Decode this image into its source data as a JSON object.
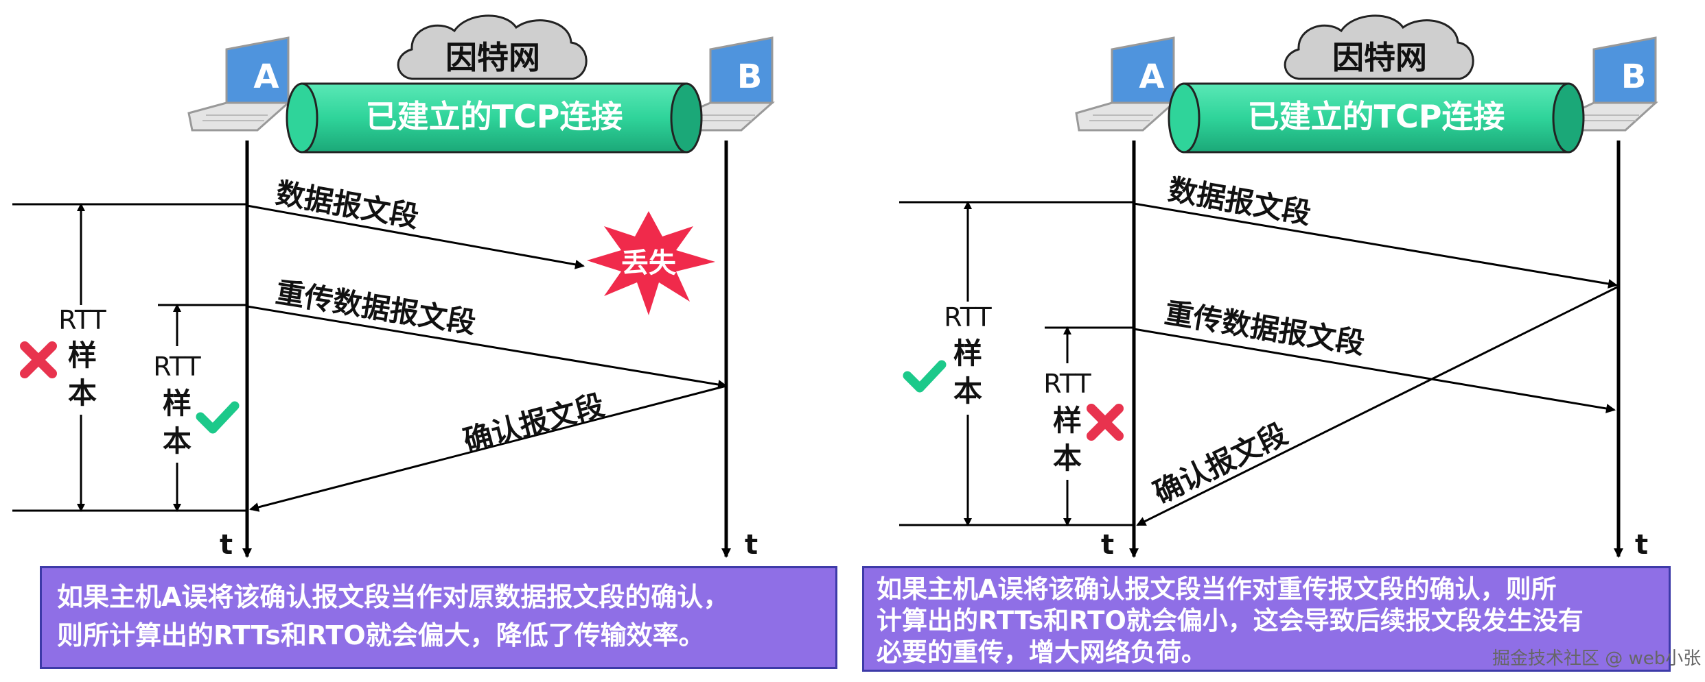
{
  "left": {
    "cloud": "因特网",
    "host_a": "A",
    "host_b": "B",
    "pipe": "已建立的TCP连接",
    "seg1": "数据报文段",
    "lost": "丢失",
    "seg2": "重传数据报文段",
    "ack": "确认报文段",
    "rtt_outer": [
      "RTT",
      "样",
      "本"
    ],
    "rtt_inner": [
      "RTT",
      "样",
      "本"
    ],
    "t_a": "t",
    "t_b": "t",
    "caption_1": "如果主机A误将该确认报文段当作对原数据报文段的确认，",
    "caption_2": "则所计算出的RTTs和RTO就会偏大，降低了传输效率。"
  },
  "right": {
    "cloud": "因特网",
    "host_a": "A",
    "host_b": "B",
    "pipe": "已建立的TCP连接",
    "seg1": "数据报文段",
    "seg2": "重传数据报文段",
    "ack": "确认报文段",
    "rtt_outer": [
      "RTT",
      "样",
      "本"
    ],
    "rtt_inner": [
      "RTT",
      "样",
      "本"
    ],
    "t_a": "t",
    "t_b": "t",
    "caption_1": "如果主机A误将该确认报文段当作对重传报文段的确认，则所",
    "caption_2": "计算出的RTTs和RTO就会偏小，这会导致后续报文段发生没有",
    "caption_3": "必要的重传，增大网络负荷。"
  },
  "watermark": "掘金技术社区 @ web小张",
  "colors": {
    "pipe": "#2fd49a",
    "laptop_screen": "#5a9fe3",
    "lost_burst": "#f02a4b",
    "cross": "#e8334e",
    "check": "#1cc98a",
    "caption_bg": "#8f6fe6"
  }
}
